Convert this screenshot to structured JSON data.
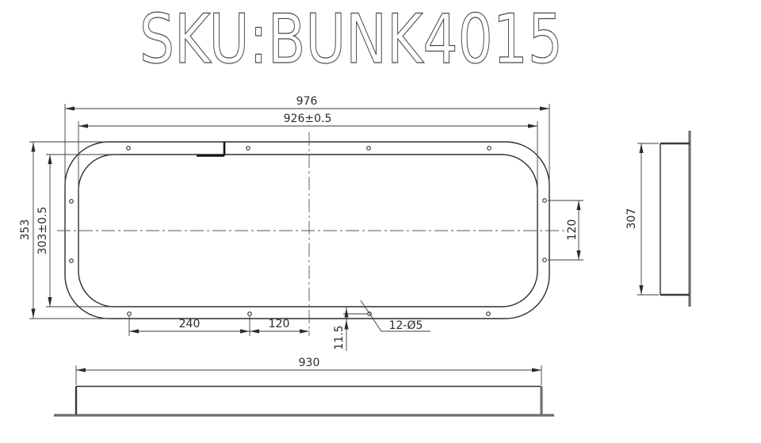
{
  "drawing": {
    "title": "SKU:BUNK4015",
    "front_view": {
      "dim_outer_width": "976",
      "dim_inner_width": "926±0.5",
      "dim_outer_height": "353",
      "dim_inner_height": "303±0.5",
      "dim_side_hole_pitch": "120",
      "dim_bottom_hole_pitch": "240",
      "dim_bottom_hole_to_center": "120",
      "dim_hole_edge_offset": "11.5",
      "hole_callout": "12-Ø5"
    },
    "side_view": {
      "dim_depth": "307"
    },
    "bottom_view": {
      "dim_width": "930"
    }
  },
  "colors": {
    "background": "#ffffff",
    "outline": "#2e2e2e",
    "dimension": "#3c3c3c",
    "title_stroke": "#4a4a4a"
  }
}
